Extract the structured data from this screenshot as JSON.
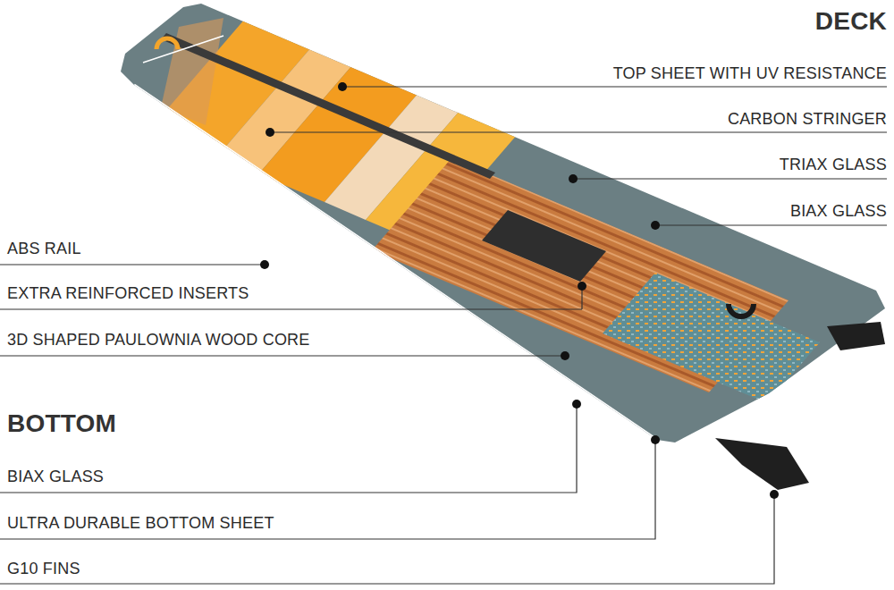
{
  "diagram": {
    "labels": [
      "DECK",
      "TOP SHEET WITH UV RESISTANCE",
      "CARBON STRINGER",
      "TRIAX GLASS",
      "BIAX GLASS",
      "ABS RAIL",
      "EXTRA REINFORCED INSERTS",
      "3D SHAPED PAULOWNIA WOOD CORE",
      "BOTTOM",
      "BIAX GLASS",
      "ULTRA DURABLE BOTTOM SHEET",
      "G10 FINS"
    ]
  }
}
